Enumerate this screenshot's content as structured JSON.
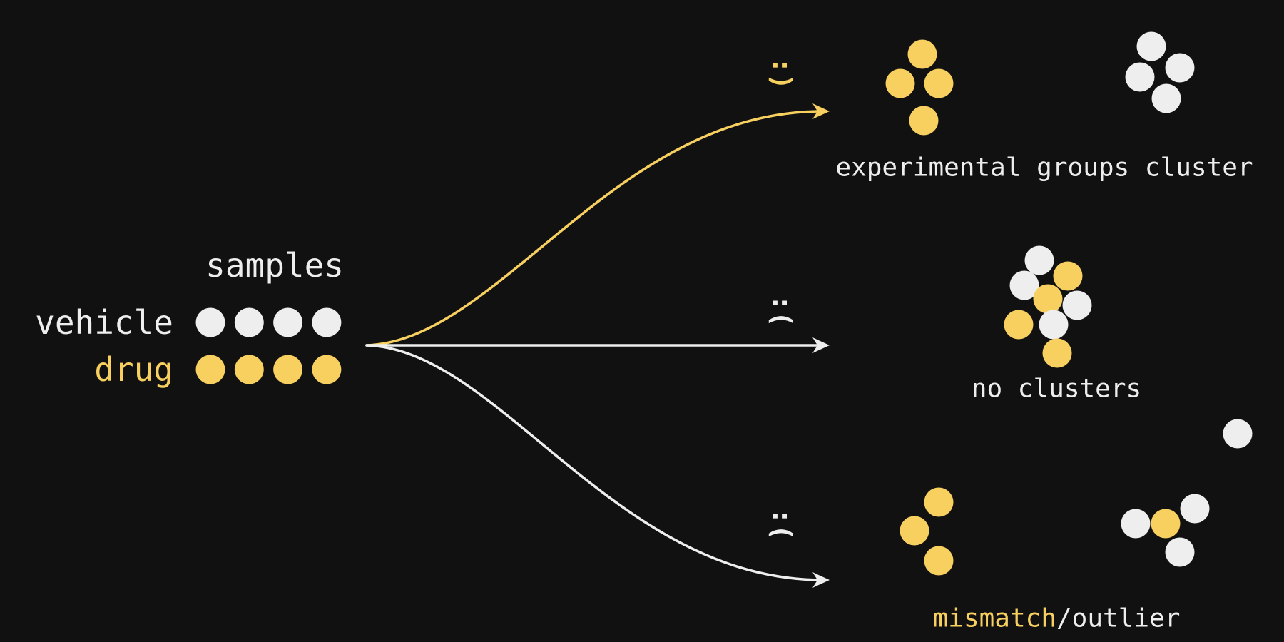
{
  "colors": {
    "background": "#111111",
    "vehicle": "#eeeeee",
    "drug": "#f8d060"
  },
  "samples": {
    "title": "samples",
    "groups": [
      {
        "label": "vehicle",
        "count": 4,
        "color": "#eeeeee"
      },
      {
        "label": "drug",
        "count": 4,
        "color": "#f8d060"
      }
    ]
  },
  "outcomes": [
    {
      "face": ":)",
      "face_color": "#f8d060",
      "arrow_color": "#f8d060",
      "label": "experimental groups cluster"
    },
    {
      "face": ":(",
      "face_color": "#eeeeee",
      "arrow_color": "#eeeeee",
      "label": "no clusters"
    },
    {
      "face": ":(",
      "face_color": "#eeeeee",
      "arrow_color": "#eeeeee",
      "label_part1": "mismatch",
      "label_sep": "/",
      "label_part2": "outlier"
    }
  ]
}
